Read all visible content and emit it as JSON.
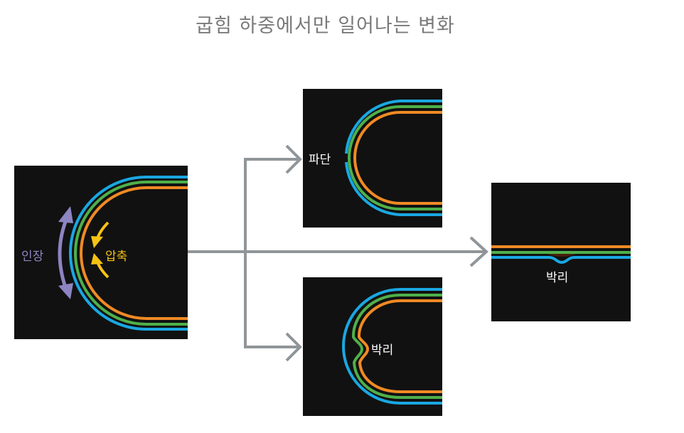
{
  "title": "굽힘 하중에서만 일어나는 변화",
  "colors": {
    "panel_bg": "#111111",
    "outer_layer": "#1aa7e2",
    "middle_layer": "#4fb04a",
    "inner_layer": "#f08a24",
    "arrow_line": "#8f9598",
    "tension_arrow": "#8c85c1",
    "compression_arrow": "#f5c312",
    "label_text": "#ffffff"
  },
  "labels": {
    "tension": "인장",
    "compression": "압축",
    "fracture": "파단",
    "delamination_bent": "박리",
    "delamination_flat": "박리"
  }
}
